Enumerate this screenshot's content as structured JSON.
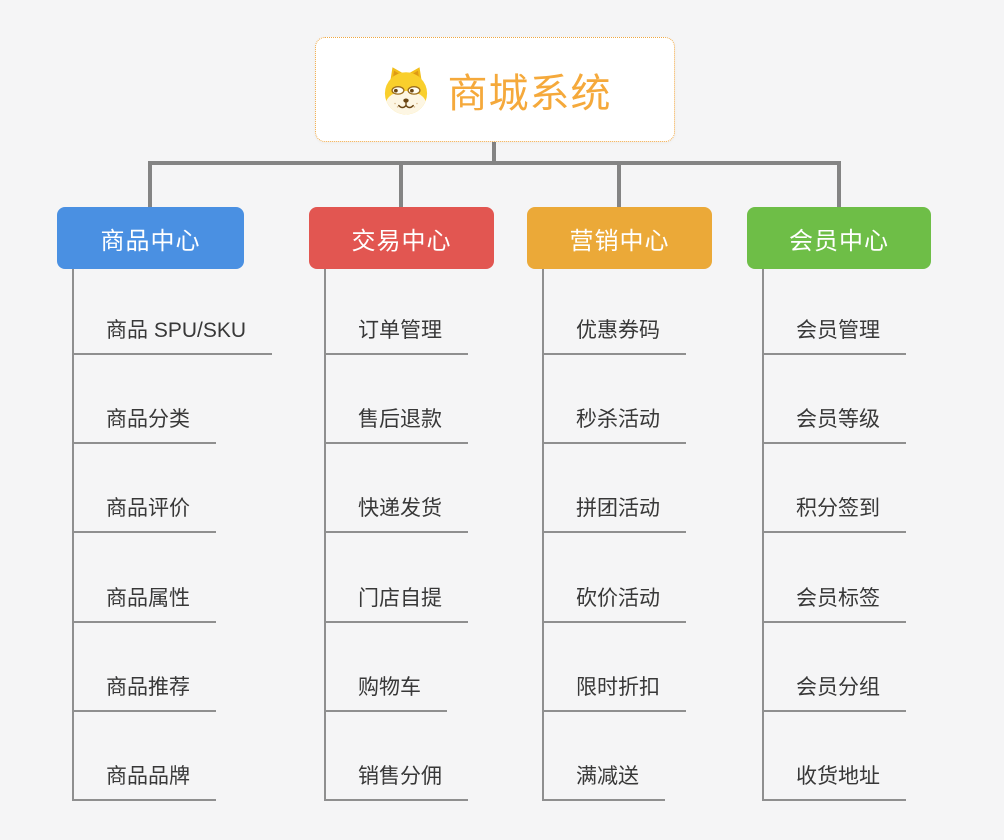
{
  "root": {
    "title": "商城系统",
    "icon": "dog-face-icon"
  },
  "branches": [
    {
      "label": "商品中心",
      "color": "#4a90e2",
      "children": [
        "商品 SPU/SKU",
        "商品分类",
        "商品评价",
        "商品属性",
        "商品推荐",
        "商品品牌"
      ]
    },
    {
      "label": "交易中心",
      "color": "#e25651",
      "children": [
        "订单管理",
        "售后退款",
        "快递发货",
        "门店自提",
        "购物车",
        "销售分佣"
      ]
    },
    {
      "label": "营销中心",
      "color": "#eba938",
      "children": [
        "优惠券码",
        "秒杀活动",
        "拼团活动",
        "砍价活动",
        "限时折扣",
        "满减送"
      ]
    },
    {
      "label": "会员中心",
      "color": "#6ebe47",
      "children": [
        "会员管理",
        "会员等级",
        "积分签到",
        "会员标签",
        "会员分组",
        "收货地址"
      ]
    }
  ],
  "colors": {
    "background": "#f5f5f6",
    "root_accent": "#f5a93b",
    "root_border": "#f0a843",
    "connector_thick": "#848484",
    "connector_thin": "#8f8f8f",
    "sub_item_text": "#383838",
    "branch_text": "#ffffff"
  }
}
